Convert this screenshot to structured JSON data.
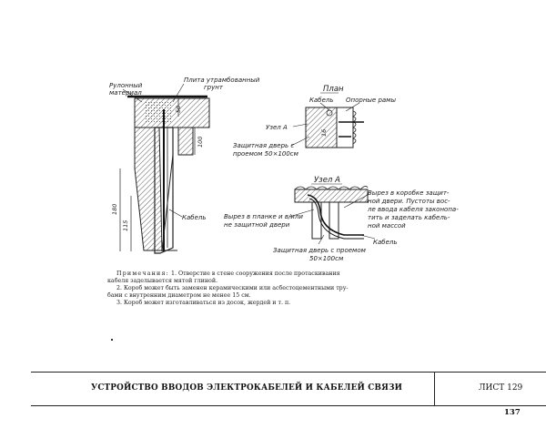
{
  "section_view": {
    "label_roll_material": [
      "Рулонный",
      "материал"
    ],
    "label_slab": [
      "Плита утрамбованный",
      "грунт"
    ],
    "label_cable": "Кабель",
    "dimensions": {
      "d50": "50",
      "d100": "100",
      "d180": "180",
      "d115": "115"
    }
  },
  "plan_view": {
    "title": "План",
    "label_cable": "Кабель",
    "label_support_frames": "Опорные рамы",
    "label_node": "Узел А",
    "label_door": [
      "Защитная дверь с",
      "проемом 50×100см"
    ],
    "dim_16": "16"
  },
  "node_view": {
    "title": "Узел А",
    "label_cutout_plank": [
      "Вырез в планке и в/или",
      "не защитной двери"
    ],
    "label_cutout_box": [
      "Вырез в коробке защит-",
      "ной двери. Пустоты вос-",
      "ле ввода кабеля законопа-",
      "тить и заделать кабель-",
      "ной массой"
    ],
    "label_door": [
      "Защитная дверь с проемом",
      "50×100см"
    ],
    "label_cable": "Кабель"
  },
  "notes": {
    "heading": "Примечания:",
    "item1_a": "1. Отверстие в стене сооружения после протаскивания",
    "item1_b": "кабеля заделывается мятой глиной.",
    "item2_a": "2. Короб может быть заменен керамическими или асбестоцементными тру-",
    "item2_b": "бами с внутренним диаметром не менее 15 см.",
    "item3": "3. Короб может изготавливаться из досок, жердей и т. п."
  },
  "title_block": {
    "title": "УСТРОЙСТВО ВВОДОВ ЭЛЕКТРОКАБЕЛЕЙ И КАБЕЛЕЙ СВЯЗИ",
    "sheet": "ЛИСТ 129"
  },
  "page_number": "137"
}
